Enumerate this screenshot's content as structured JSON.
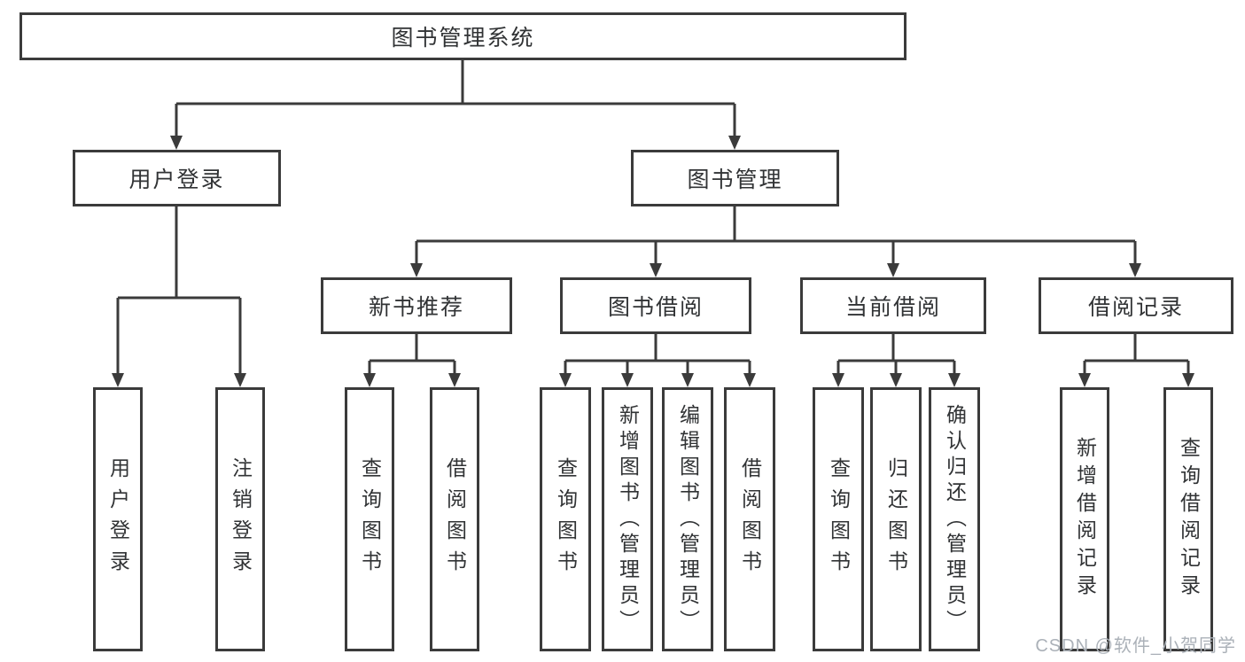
{
  "diagram": {
    "root": "图书管理系统",
    "level2": [
      "用户登录",
      "图书管理"
    ],
    "level3": [
      "新书推荐",
      "图书借阅",
      "当前借阅",
      "借阅记录"
    ],
    "leaves": {
      "user_login": [
        "用户登录",
        "注销登录"
      ],
      "new_book_recommend": [
        "查询图书",
        "借阅图书"
      ],
      "book_borrowing": [
        "查询图书",
        "新增图书（管理员）",
        "编辑图书（管理员）",
        "借阅图书"
      ],
      "current_borrowing": [
        "查询图书",
        "归还图书",
        "确认归还（管理员）"
      ],
      "borrowing_records": [
        "新增借阅记录",
        "查询借阅记录"
      ]
    }
  },
  "watermark": "CSDN @软件_小贺同学",
  "colors": {
    "line": "#3b3b3b",
    "box_border": "#3b3b3b",
    "box_background": "#ffffff",
    "text": "#313335",
    "watermark": "#abb1b8",
    "background": "#ffffff"
  }
}
